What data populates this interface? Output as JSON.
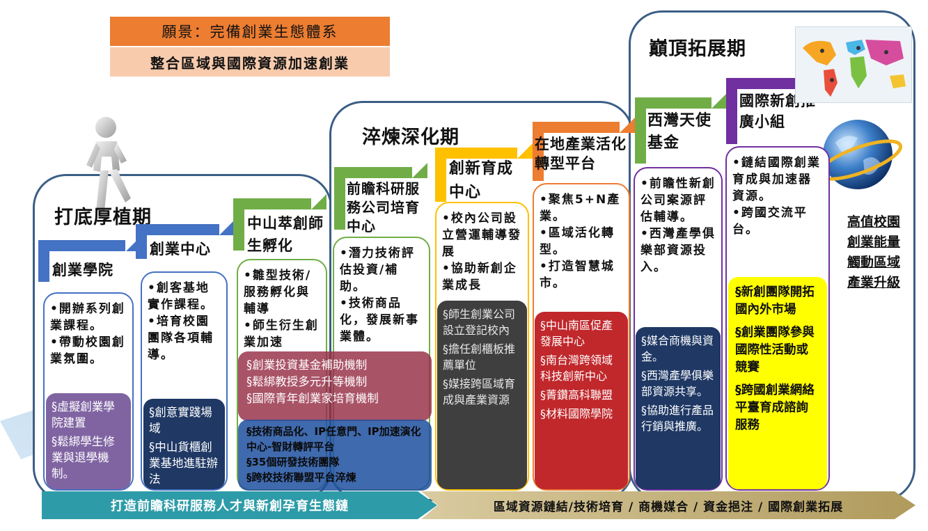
{
  "vision": {
    "title": "願景：完備創業生態體系",
    "subtitle": "整合區域與國際資源加速創業"
  },
  "stages": {
    "s1": "打底厚植期",
    "s2": "淬煉深化期",
    "s3": "巔頂拓展期"
  },
  "units": {
    "academy": {
      "label": "創業學院",
      "items": [
        "•開辦系列創業課程。",
        "•帶動校園創業氛圍。"
      ],
      "sub": [
        "§虛擬創業學院建置",
        "§鬆綁學生修業與退學機制。"
      ]
    },
    "center": {
      "label": "創業中心",
      "items": [
        "•創客基地實作課程。",
        "•培育校園團隊各項輔導。"
      ],
      "sub": [
        "§創意實踐場域",
        "§中山貨櫃創業基地進駐辦法"
      ]
    },
    "incubation": {
      "label": "中山萃創師生孵化",
      "items": [
        "•雛型技術/服務孵化與輔導",
        "•師生衍生創業加速"
      ],
      "overlay": [
        "§創業投資基金補助機制",
        "§鬆綁教授多元升等機制",
        "§國際青年創業家培育機制"
      ]
    },
    "frontier": {
      "label": "前瞻科研服務公司培育中心",
      "items": [
        "•潛力技術評估投資/補助。",
        "•技術商品化，發展新事業體。"
      ],
      "overlay": [
        "§技術商品化、IP任意門、IP加速演化中心-智財轉評平台",
        "§35個研發技術團隊",
        "§跨校技術聯盟平台淬煉"
      ]
    },
    "innovation": {
      "label": "創新育成中心",
      "items": [
        "•校內公司設立營運輔導發展",
        "•協助新創企業成長"
      ],
      "sub": [
        "§師生創業公司設立登記校內",
        "§擔任創櫃板推薦單位",
        "§媒接跨區域育成與產業資源"
      ]
    },
    "industry": {
      "label": "在地產業活化轉型平台",
      "items": [
        "•聚焦5+N產業。",
        "•區域活化轉型。",
        "•打造智慧城市。"
      ],
      "sub": [
        "§中山南區促產發展中心",
        "§南台灣跨領域科技創新中心",
        "§菁鑽高科聯盟",
        "§材料國際學院"
      ]
    },
    "angel": {
      "label": "西灣天使基金",
      "items": [
        "•前瞻性新創公司案源評估輔導。",
        "•西灣產學俱樂部資源投入。"
      ],
      "sub": [
        "§媒合商機與資金。",
        "§西灣產學俱樂部資源共享。",
        "§協助進行產品行銷與推廣。"
      ]
    },
    "intl": {
      "label": "國際新創推廣小組",
      "items": [
        "•鏈結國際創業育成與加速器資源。",
        "•跨國交流平台。"
      ],
      "sub": [
        "§新創團隊開拓國內外市場",
        "§創業團隊參與國際性活動或競賽",
        "§跨國創業網絡平臺育成諮詢服務"
      ]
    }
  },
  "side_text": [
    "高值校園",
    "創業能量",
    "觸動區域",
    "產業升級"
  ],
  "bottom": {
    "left": "打造前瞻科研服務人才與新創孕育生態鏈",
    "right": "區域資源鏈結/技術培育 / 商機媒合 / 資金挹注 / 國際創業拓展"
  },
  "colors": {
    "orange": "#ed7d31",
    "pink": "#f8cbad",
    "teal": "#2e9ca8",
    "khaki": "#c4b37e",
    "blue": "#4472c4",
    "green": "#70ad47",
    "yellow": "#ffc000",
    "purple": "#7030a0",
    "dark": "#1f3864"
  }
}
